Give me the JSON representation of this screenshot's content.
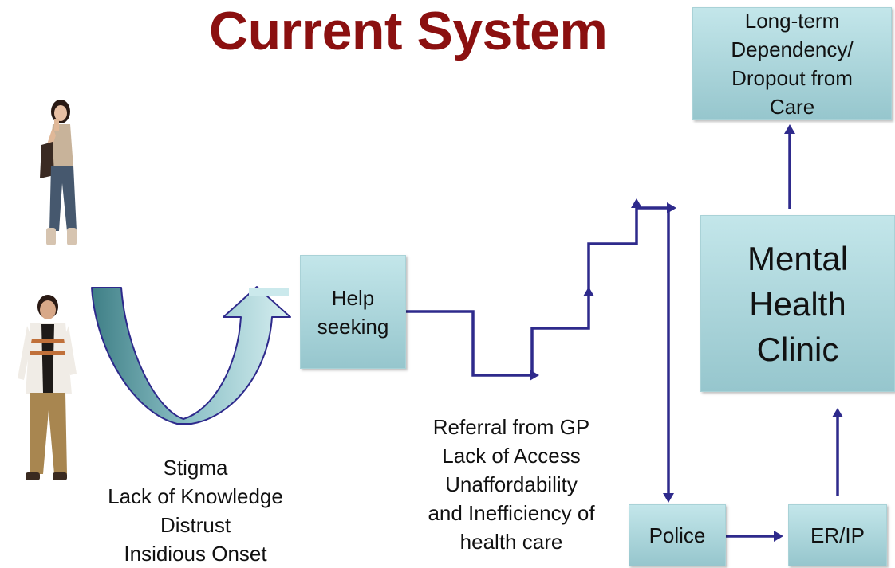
{
  "title": "Current System",
  "boxes": {
    "dependency": "Long-term\nDependency/\nDropout from\nCare",
    "help_seeking": "Help\nseeking",
    "mental_health_clinic": "Mental\nHealth\nClinic",
    "police": "Police",
    "er_ip": "ER/IP"
  },
  "barriers_left": [
    "Stigma",
    "Lack of Knowledge",
    "Distrust",
    "Insidious Onset"
  ],
  "barriers_mid": [
    "Referral from GP",
    "Lack of Access",
    "Unaffordability",
    "and Inefficiency of",
    "health care"
  ],
  "colors": {
    "title": "#8b1010",
    "arrow_line": "#2e2a8c",
    "box_fill_top": "#c3e6ea",
    "box_fill_bottom": "#96c6cd"
  }
}
